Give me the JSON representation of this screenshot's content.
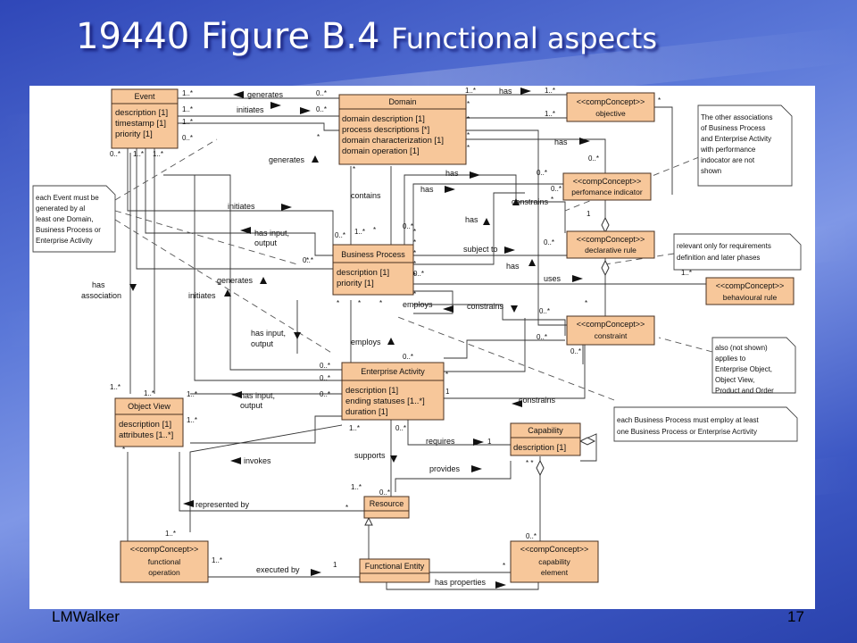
{
  "slide": {
    "title_main": "19440 Figure B.4",
    "title_sub": "Functional aspects",
    "footer_left": "LMWalker",
    "page_number": "17",
    "background_color": "#4a66cc",
    "class_fill_color": "#f7c79a"
  },
  "classes": {
    "event": {
      "name": "Event",
      "attrs": [
        "description [1]",
        "timestamp [1]",
        "priority [1]"
      ]
    },
    "domain": {
      "name": "Domain",
      "attrs": [
        "domain description [1]",
        "process descriptions [*]",
        "domain characterization [1]",
        "domain operation [1]"
      ]
    },
    "objective": {
      "stereo": "<<compConcept>>",
      "name": "objective"
    },
    "perf": {
      "stereo": "<<compConcept>>",
      "name": "perfomance indicator"
    },
    "decl": {
      "stereo": "<<compConcept>>",
      "name": "declarative rule"
    },
    "behav": {
      "stereo": "<<compConcept>>",
      "name": "behavioural rule"
    },
    "constraint": {
      "stereo": "<<compConcept>>",
      "name": "constraint"
    },
    "bp": {
      "name": "Business Process",
      "attrs": [
        "description [1]",
        "priority [1]"
      ]
    },
    "ea": {
      "name": "Enterprise Activity",
      "attrs": [
        "description [1]",
        "ending statuses [1..*]",
        "duration [1]"
      ]
    },
    "ov": {
      "name": "Object View",
      "attrs": [
        "description [1]",
        "attributes [1..*]"
      ]
    },
    "cap": {
      "name": "Capability",
      "attrs": [
        "description [1]"
      ]
    },
    "res": {
      "name": "Resource"
    },
    "fo": {
      "stereo": "<<compConcept>>",
      "name": "functional",
      "name2": "operation"
    },
    "fe": {
      "name": "Functional Entity"
    },
    "ce": {
      "stereo": "<<compConcept>>",
      "name": "capability",
      "name2": "element"
    }
  },
  "notes": {
    "n1": [
      "each Event must be",
      "generated by al",
      "least one Domain,",
      "Business Process or",
      "Enterprise Activity"
    ],
    "n2": [
      "The other associations",
      "of Business Process",
      "and Enterprise Activity",
      "with performance",
      "indocator are not",
      "shown"
    ],
    "n3": [
      "relevant only for requirements",
      "definition and later phases"
    ],
    "n4": [
      "also (not shown)",
      "applies to",
      "Enterprise Object,",
      "Object View,",
      "Product and Order"
    ],
    "n5": [
      "each Business Process must employ at least",
      "one Business Process or Enterprise Acrtivity"
    ]
  },
  "assoc": {
    "a1": "generates",
    "a2": "initiates",
    "a3": "has",
    "a4": "has",
    "a5": "has",
    "a6": "generates",
    "a7": "has",
    "a8": "constrains",
    "a9": "has",
    "a10": "initiates",
    "a11": "contains",
    "a12": "has input,",
    "a12b": "output",
    "a13": "subject to",
    "a14": "has",
    "a15": "uses",
    "a16": "generates",
    "a17": "initiates",
    "a18": "has",
    "a18b": "association",
    "a19": "employs",
    "a20": "constrains",
    "a21": "has input,",
    "a21b": "output",
    "a22": "employs",
    "a23": "has input,",
    "a23b": "output",
    "a24": "constrains",
    "a25": "requires",
    "a26": "supports",
    "a27": "provides",
    "a28": "invokes",
    "a29": "represented by",
    "a30": "executed by",
    "a31": "has properties"
  },
  "mult": {
    "m1": "1..*",
    "m2": "0..*",
    "m3": "1..*",
    "m4": "0..*",
    "m5": "1..*",
    "m6": "0..*",
    "m7": "0..*",
    "m8": "1..*",
    "m9": "1..*",
    "m10": "1..*",
    "m11": "1..*",
    "m12": "*",
    "m13": "*",
    "m14": "*",
    "m15": "*",
    "m16": "*",
    "m17": "1..*",
    "m18": "*",
    "m19": "0..*",
    "m20": "*",
    "m21": "0..*",
    "m22": "0..*",
    "m23": "*",
    "m24": "1",
    "m25": "1..*",
    "m26": "0..*",
    "m27": "*",
    "m28": "*",
    "m29": "*",
    "m30": "0..*",
    "m31": "*",
    "m32": "0..*",
    "m33": "*",
    "m34": "*",
    "m35": "*",
    "m36": "0..*",
    "m37": "*",
    "m38": "1..*",
    "m39": "*",
    "m40": "0..*",
    "m41": "0..*",
    "m42": "*",
    "m43": "*",
    "m44": "*",
    "m45": "0..*",
    "m46": "0..*",
    "m47": "0..*",
    "m48": "0..*",
    "m49": "*",
    "m50": "0..*",
    "m51": "1..*",
    "m52": "1..*",
    "m53": "0..*",
    "m54": "1..*",
    "m55": "1",
    "m56": "1..*",
    "m57": "1",
    "m58": "* *",
    "m59": "1..*",
    "m60": "0..*",
    "m61": "*",
    "m62": "1..*",
    "m63": "1..*",
    "m64": "1",
    "m65": "1..*",
    "m66": "*",
    "m67": "0..*",
    "m68": "0..*",
    "m69": "*"
  }
}
